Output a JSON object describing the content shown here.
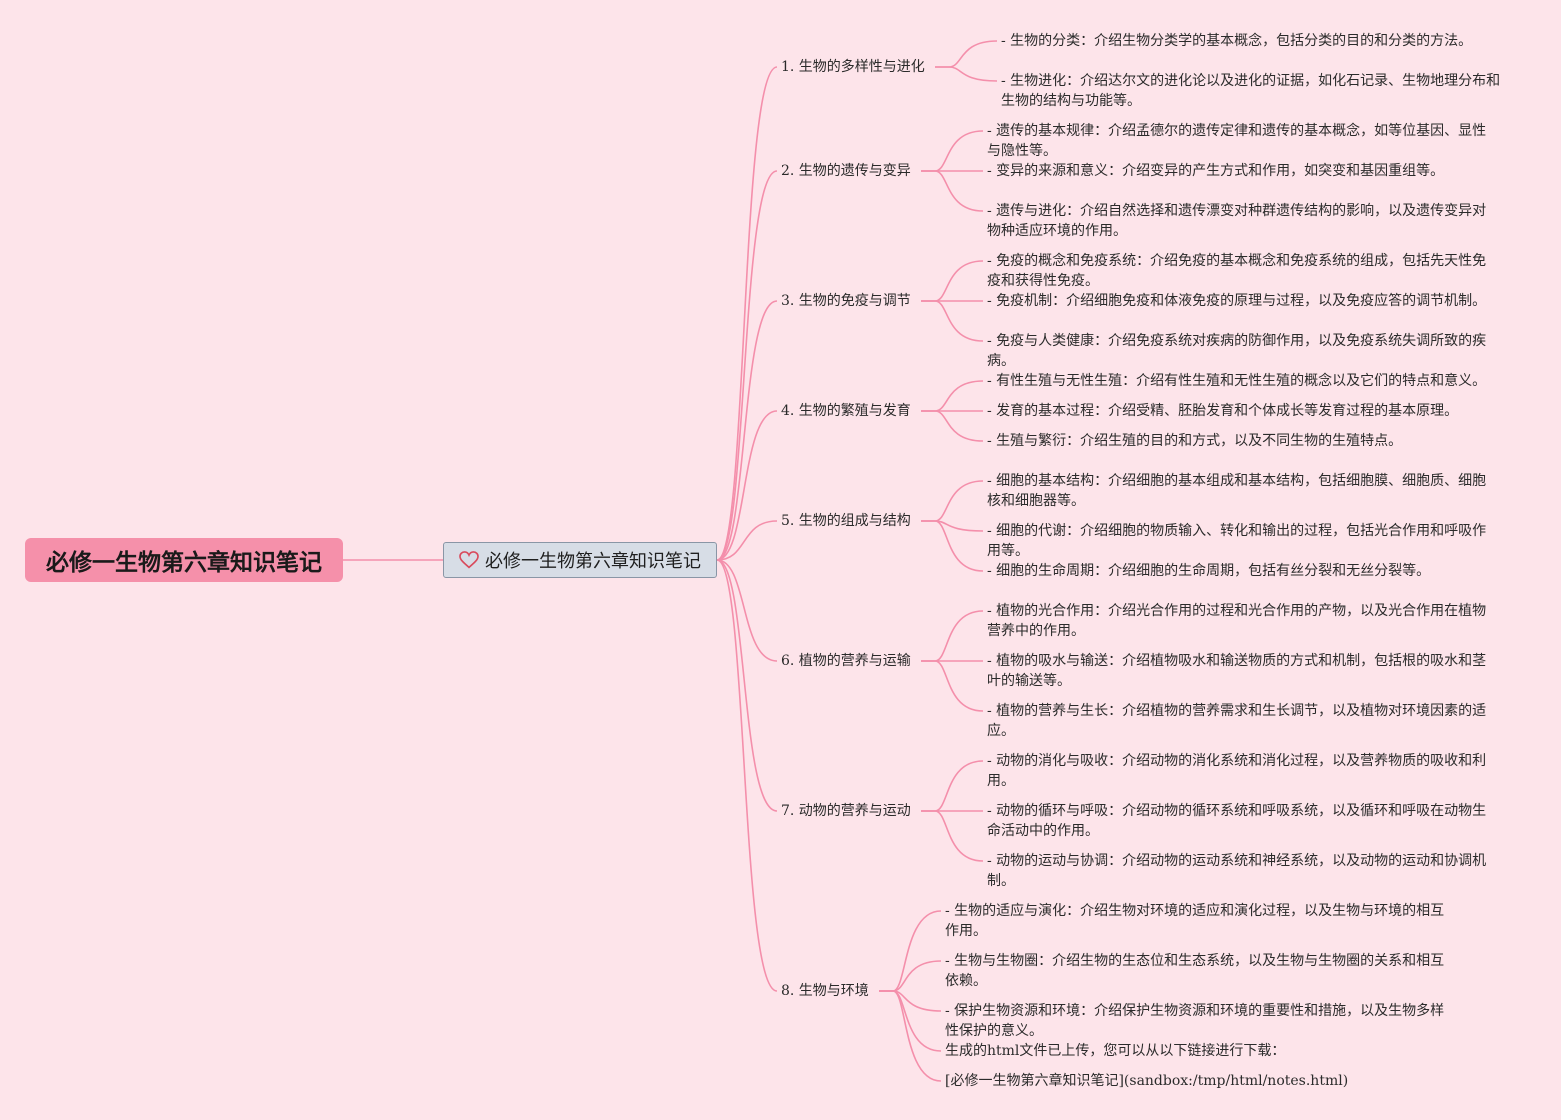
{
  "root": {
    "label": "必修一生物第六章知识笔记"
  },
  "hub": {
    "label": "必修一生物第六章知识笔记",
    "icon": "heart-icon"
  },
  "colors": {
    "background": "#fde4ea",
    "connector": "#f48fab",
    "root_fill": "#f590aa",
    "hub_fill": "#d7dde6",
    "icon": "#d94a5c"
  },
  "branches": [
    {
      "label": "1. 生物的多样性与进化",
      "children": [
        "- 生物的分类：介绍生物分类学的基本概念，包括分类的目的和分类的方法。",
        "- 生物进化：介绍达尔文的进化论以及进化的证据，如化石记录、生物地理分布和生物的结构与功能等。"
      ]
    },
    {
      "label": "2. 生物的遗传与变异",
      "children": [
        "- 遗传的基本规律：介绍孟德尔的遗传定律和遗传的基本概念，如等位基因、显性与隐性等。",
        "- 变异的来源和意义：介绍变异的产生方式和作用，如突变和基因重组等。",
        "- 遗传与进化：介绍自然选择和遗传漂变对种群遗传结构的影响，以及遗传变异对物种适应环境的作用。"
      ]
    },
    {
      "label": "3. 生物的免疫与调节",
      "children": [
        "- 免疫的概念和免疫系统：介绍免疫的基本概念和免疫系统的组成，包括先天性免疫和获得性免疫。",
        "- 免疫机制：介绍细胞免疫和体液免疫的原理与过程，以及免疫应答的调节机制。",
        "- 免疫与人类健康：介绍免疫系统对疾病的防御作用，以及免疫系统失调所致的疾病。"
      ]
    },
    {
      "label": "4. 生物的繁殖与发育",
      "children": [
        "- 有性生殖与无性生殖：介绍有性生殖和无性生殖的概念以及它们的特点和意义。",
        "- 发育的基本过程：介绍受精、胚胎发育和个体成长等发育过程的基本原理。",
        "- 生殖与繁衍：介绍生殖的目的和方式，以及不同生物的生殖特点。"
      ]
    },
    {
      "label": "5. 生物的组成与结构",
      "children": [
        "- 细胞的基本结构：介绍细胞的基本组成和基本结构，包括细胞膜、细胞质、细胞核和细胞器等。",
        "- 细胞的代谢：介绍细胞的物质输入、转化和输出的过程，包括光合作用和呼吸作用等。",
        "- 细胞的生命周期：介绍细胞的生命周期，包括有丝分裂和无丝分裂等。"
      ]
    },
    {
      "label": "6. 植物的营养与运输",
      "children": [
        "- 植物的光合作用：介绍光合作用的过程和光合作用的产物，以及光合作用在植物营养中的作用。",
        "- 植物的吸水与输送：介绍植物吸水和输送物质的方式和机制，包括根的吸水和茎叶的输送等。",
        "- 植物的营养与生长：介绍植物的营养需求和生长调节，以及植物对环境因素的适应。"
      ]
    },
    {
      "label": "7. 动物的营养与运动",
      "children": [
        "- 动物的消化与吸收：介绍动物的消化系统和消化过程，以及营养物质的吸收和利用。",
        "- 动物的循环与呼吸：介绍动物的循环系统和呼吸系统，以及循环和呼吸在动物生命活动中的作用。",
        "- 动物的运动与协调：介绍动物的运动系统和神经系统，以及动物的运动和协调机制。"
      ]
    },
    {
      "label": "8. 生物与环境",
      "children": [
        "- 生物的适应与演化：介绍生物对环境的适应和演化过程，以及生物与环境的相互作用。",
        "- 生物与生物圈：介绍生物的生态位和生态系统，以及生物与生物圈的关系和相互依赖。",
        "- 保护生物资源和环境：介绍保护生物资源和环境的重要性和措施，以及生物多样性保护的意义。",
        "生成的html文件已上传，您可以从以下链接进行下载：",
        "[必修一生物第六章知识笔记](sandbox:/tmp/html/notes.html)"
      ]
    }
  ]
}
